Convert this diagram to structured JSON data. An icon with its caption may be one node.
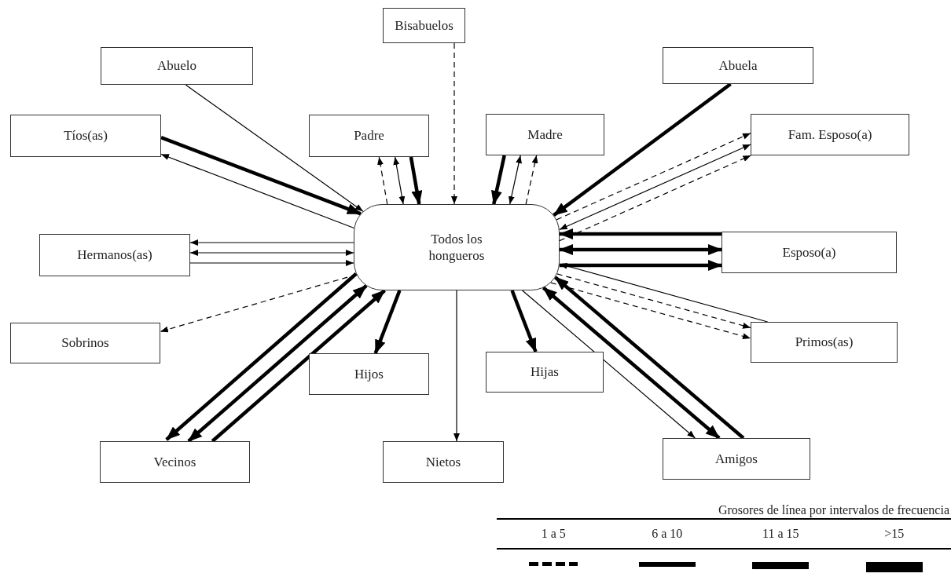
{
  "diagram": {
    "nodes": [
      {
        "text": [
          "Bisabuelos"
        ]
      },
      {
        "text": [
          "Abuelo"
        ]
      },
      {
        "text": [
          "Abuela"
        ]
      },
      {
        "text": [
          "Tíos(as)"
        ]
      },
      {
        "text": [
          "Padre"
        ]
      },
      {
        "text": [
          "Madre"
        ]
      },
      {
        "text": [
          "Fam. Esposo(a)"
        ]
      },
      {
        "text": [
          "Todos los hongueros"
        ]
      },
      {
        "text": [
          "Hermanos(as)"
        ]
      },
      {
        "text": [
          "Esposo(a)"
        ]
      },
      {
        "text": [
          "Sobrinos"
        ]
      },
      {
        "text": [
          "Primos(as)"
        ]
      },
      {
        "text": [
          "Hijos"
        ]
      },
      {
        "text": [
          "Hijas"
        ]
      },
      {
        "text": [
          "Vecinos"
        ]
      },
      {
        "text": [
          "Nietos"
        ]
      },
      {
        "text": [
          "Amigos"
        ]
      }
    ],
    "edges": [
      {
        "from": 0,
        "to": 7,
        "arrow": "to",
        "style": "dashed"
      },
      {
        "from": 1,
        "to": 7,
        "arrow": "to"
      },
      {
        "from": 3,
        "to": 7,
        "arrow": "to",
        "style": "thick"
      },
      {
        "from": 7,
        "to": 3,
        "arrow": "to"
      },
      {
        "from": 4,
        "to": 7,
        "arrow": "to",
        "style": "thick"
      },
      {
        "from": 4,
        "to": 7,
        "arrow": "both"
      },
      {
        "from": 7,
        "to": 4,
        "arrow": "to",
        "style": "dashed"
      },
      {
        "from": 7,
        "to": 5,
        "arrow": "to",
        "style": "dashed"
      },
      {
        "from": 5,
        "to": 7,
        "arrow": "both"
      },
      {
        "from": 5,
        "to": 7,
        "arrow": "to",
        "style": "thick"
      },
      {
        "from": 2,
        "to": 7,
        "arrow": "to",
        "style": "thick"
      },
      {
        "from": 7,
        "to": 6,
        "arrow": "to",
        "style": "dashed"
      },
      {
        "from": 7,
        "to": 6,
        "arrow": "both"
      },
      {
        "from": 7,
        "to": 6,
        "arrow": "to",
        "style": "dashed"
      },
      {
        "from": 8,
        "to": 7,
        "arrow": "to"
      },
      {
        "from": 7,
        "to": 8,
        "arrow": "both"
      },
      {
        "from": 7,
        "to": 8,
        "arrow": "to"
      },
      {
        "from": 9,
        "to": 7,
        "arrow": "to",
        "style": "thick"
      },
      {
        "from": 7,
        "to": 9,
        "arrow": "both",
        "style": "thick"
      },
      {
        "from": 7,
        "to": 9,
        "arrow": "to",
        "style": "thick"
      },
      {
        "from": 7,
        "to": 10,
        "arrow": "to",
        "style": "dashed"
      },
      {
        "from": 11,
        "to": 7,
        "arrow": "to"
      },
      {
        "from": 7,
        "to": 11,
        "arrow": "to",
        "style": "dashed"
      },
      {
        "from": 7,
        "to": 11,
        "arrow": "to",
        "style": "dashed"
      },
      {
        "from": 7,
        "to": 12,
        "arrow": "to",
        "style": "thick"
      },
      {
        "from": 7,
        "to": 13,
        "arrow": "to",
        "style": "thick"
      },
      {
        "from": 7,
        "to": 15,
        "arrow": "to"
      },
      {
        "from": 14,
        "to": 7,
        "arrow": "to",
        "style": "thick"
      },
      {
        "from": 14,
        "to": 7,
        "arrow": "both",
        "style": "thick"
      },
      {
        "from": 7,
        "to": 14,
        "arrow": "to",
        "style": "thick"
      },
      {
        "from": 16,
        "to": 7,
        "arrow": "to",
        "style": "thick"
      },
      {
        "from": 16,
        "to": 7,
        "arrow": "both",
        "style": "thick"
      },
      {
        "from": 7,
        "to": 16,
        "arrow": "to"
      }
    ],
    "labels": [
      "Grosores de línea por intervalos de frecuencia"
    ],
    "legend": [
      {
        "text": "1 a 5"
      },
      {
        "text": "6 a 10"
      },
      {
        "text": "11 a 15"
      },
      {
        "text": ">15"
      }
    ]
  }
}
